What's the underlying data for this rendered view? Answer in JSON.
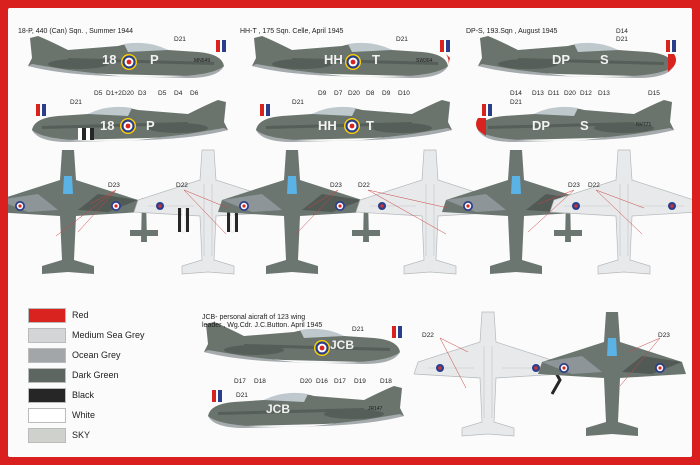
{
  "captions": {
    "c1": "18-P, 440 (Can) Sqn. , Summer 1944",
    "c2": "HH-T , 175 Sqn. Celle, April 1945",
    "c3": "DP-S, 193.Sqn , August 1945",
    "c4_line1": "JCB- personal aicraft of 123 wing",
    "c4_line2": "leader , Wg.Cdr. J.C.Button. April 1945"
  },
  "codes": {
    "a1_top": "D21",
    "a1_side": [
      "D21",
      "D5",
      "D1+2",
      "D20",
      "D3",
      "D5",
      "D4",
      "D6"
    ],
    "a2_top": "D21",
    "a2_side": [
      "D21",
      "D9",
      "D7",
      "D20",
      "D8",
      "D9",
      "D10"
    ],
    "a3_top": [
      "D14",
      "D21"
    ],
    "a3_side": [
      "D14",
      "D21",
      "D13",
      "D11",
      "D20",
      "D12",
      "D13",
      "D15"
    ],
    "plan1": [
      "D23",
      "D22"
    ],
    "plan2": [
      "D23",
      "D22"
    ],
    "plan3": [
      "D23",
      "D22"
    ],
    "a4_top": "D21",
    "a4_side": [
      "D21",
      "D17",
      "D18",
      "D20",
      "D16",
      "D17",
      "D19",
      "D18"
    ],
    "plan4": [
      "D22",
      "D23"
    ]
  },
  "markings": {
    "a1": [
      "18",
      "P"
    ],
    "a2": [
      "HH",
      "T"
    ],
    "a3": [
      "DP",
      "S"
    ],
    "a4": [
      "JCB"
    ]
  },
  "serials": {
    "a1": "MN549",
    "a2": "SW364",
    "a3": "NV771",
    "a4": "JR147"
  },
  "legend": [
    {
      "name": "Red",
      "color": "#d8231f"
    },
    {
      "name": "Medium Sea Grey",
      "color": "#d3d5d6"
    },
    {
      "name": "Ocean Grey",
      "color": "#a3a6a9"
    },
    {
      "name": "Dark Green",
      "color": "#5d6660"
    },
    {
      "name": "Black",
      "color": "#262626"
    },
    {
      "name": "White",
      "color": "#ffffff"
    },
    {
      "name": "SKY",
      "color": "#cfd2cc"
    }
  ]
}
